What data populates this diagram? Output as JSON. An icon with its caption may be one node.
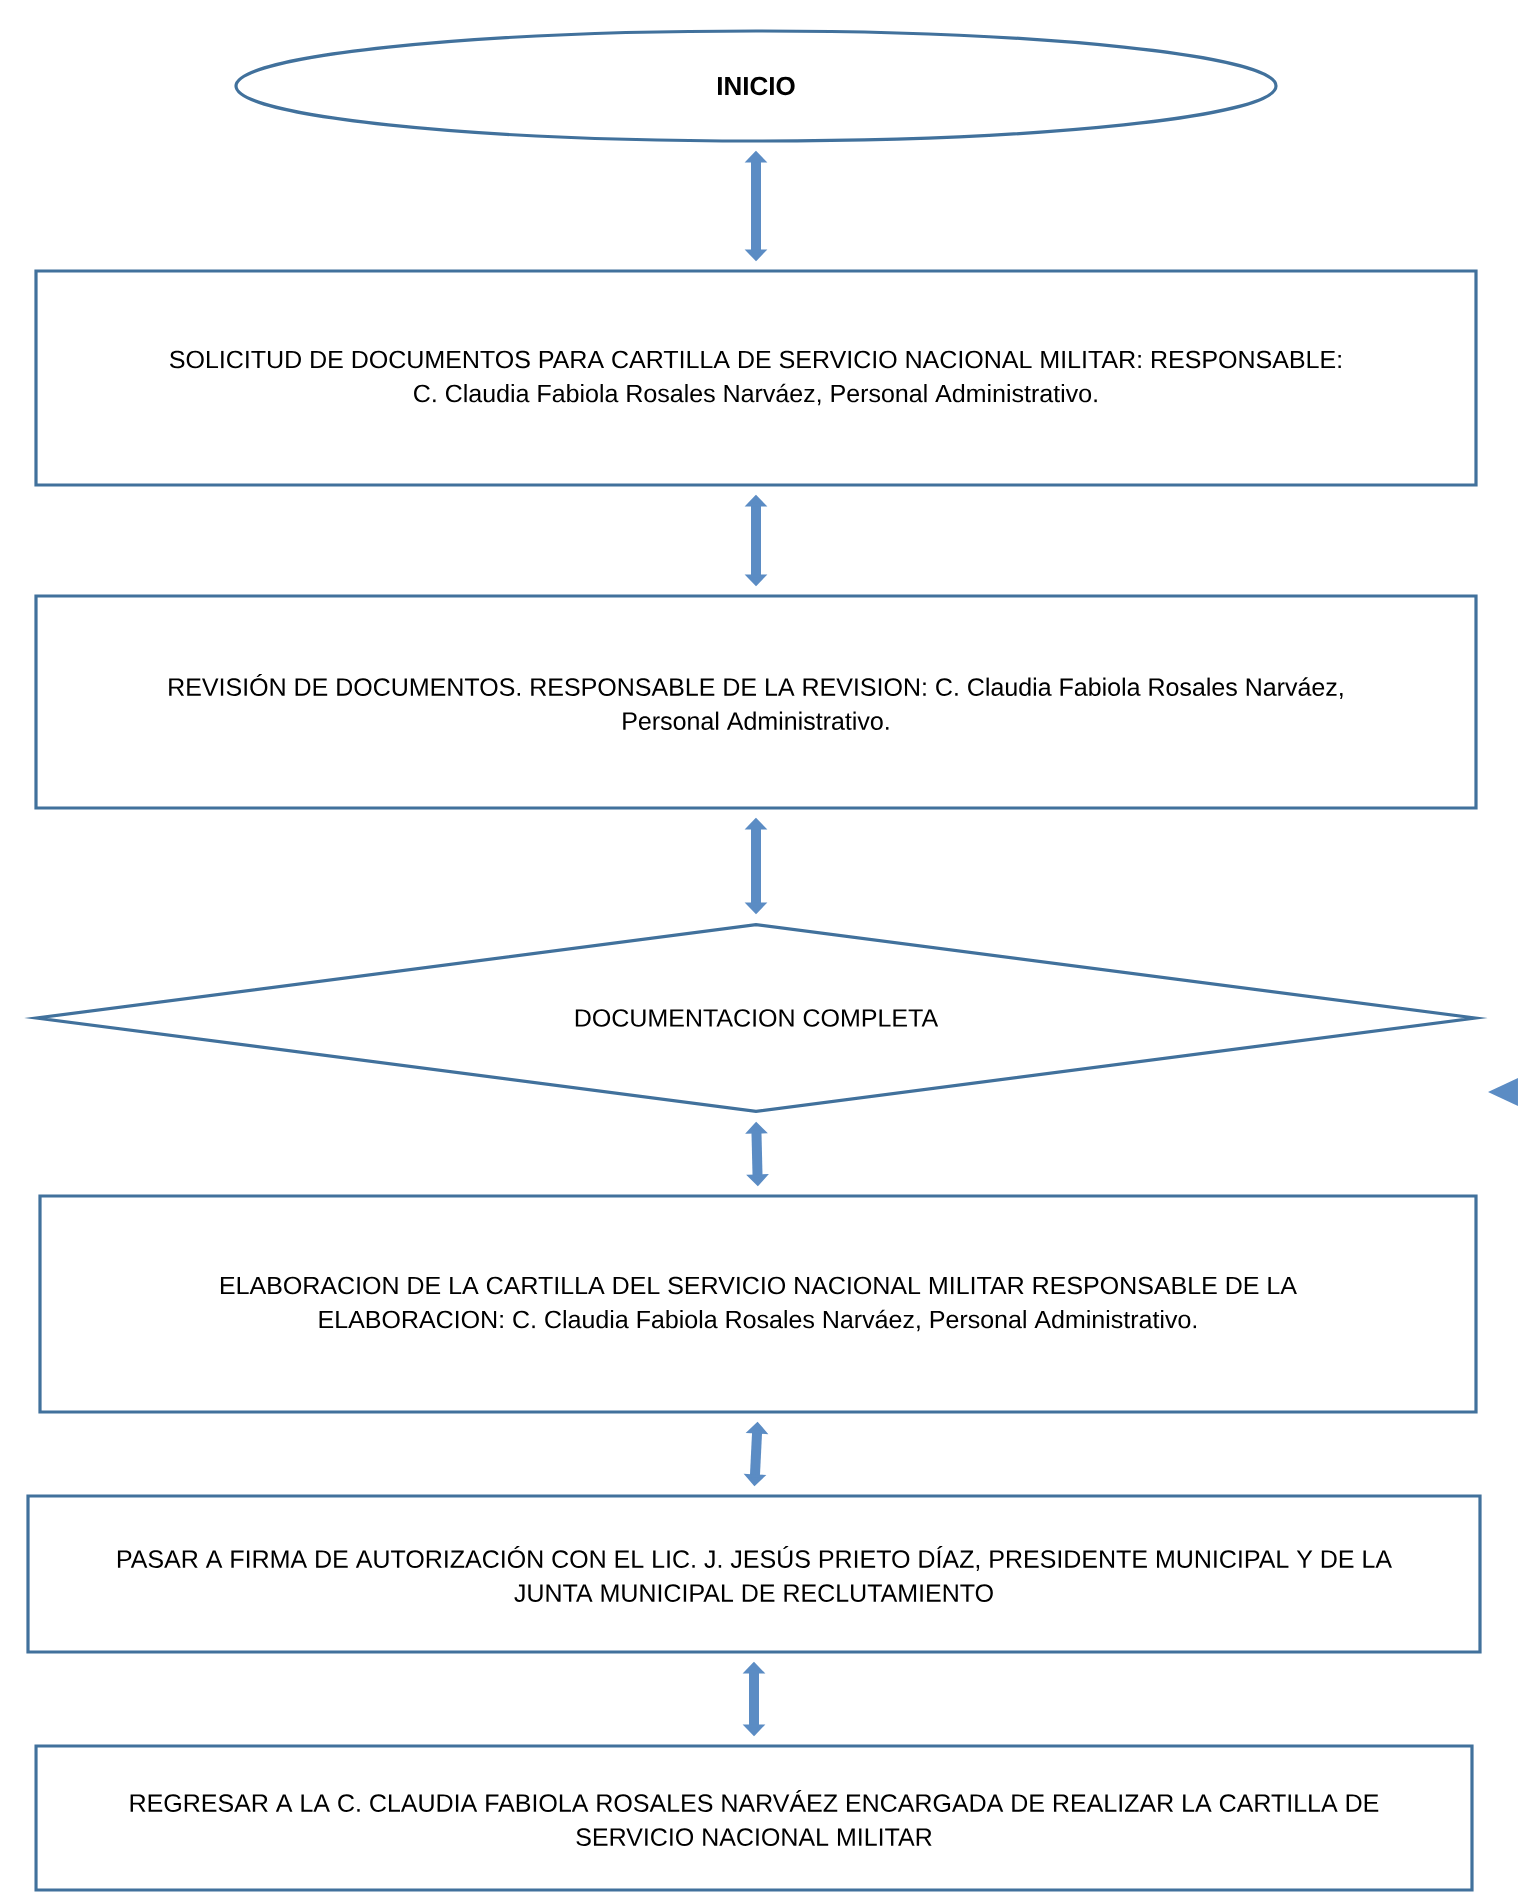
{
  "diagram": {
    "nodes": [
      {
        "text": [
          "INICIO"
        ]
      },
      {
        "text": [
          "SOLICITUD DE DOCUMENTOS PARA CARTILLA DE SERVICIO NACIONAL MILITAR: RESPONSABLE: C. Claudia Fabiola Rosales Narváez, Personal Administrativo."
        ]
      },
      {
        "text": [
          "REVISIÓN DE DOCUMENTOS. RESPONSABLE DE LA REVISION: C. Claudia Fabiola Rosales Narváez, Personal Administrativo."
        ]
      },
      {
        "text": [
          "DOCUMENTACION COMPLETA"
        ]
      },
      {
        "text": [
          "ELABORACION DE LA CARTILLA DEL SERVICIO NACIONAL MILITAR RESPONSABLE DE LA ELABORACION: C. Claudia Fabiola Rosales Narváez, Personal Administrativo."
        ]
      },
      {
        "text": [
          "PASAR A FIRMA DE AUTORIZACIÓN CON EL LIC. J. JESÚS PRIETO DÍAZ, PRESIDENTE MUNICIPAL Y DE LA JUNTA MUNICIPAL DE RECLUTAMIENTO"
        ]
      },
      {
        "text": [
          "REGRESAR A LA C. CLAUDIA FABIOLA ROSALES NARVÁEZ ENCARGADA DE REALIZAR LA CARTILLA DE SERVICIO NACIONAL MILITAR"
        ]
      }
    ],
    "edges": [
      {
        "from": 0,
        "to": 1,
        "arrow": "both"
      },
      {
        "from": 1,
        "to": 2,
        "arrow": "both"
      },
      {
        "from": 2,
        "to": 3,
        "arrow": "both"
      },
      {
        "from": 3,
        "to": 4,
        "arrow": "both"
      },
      {
        "from": 4,
        "to": 5,
        "arrow": "both"
      },
      {
        "from": 5,
        "to": 6,
        "arrow": "both"
      }
    ]
  }
}
